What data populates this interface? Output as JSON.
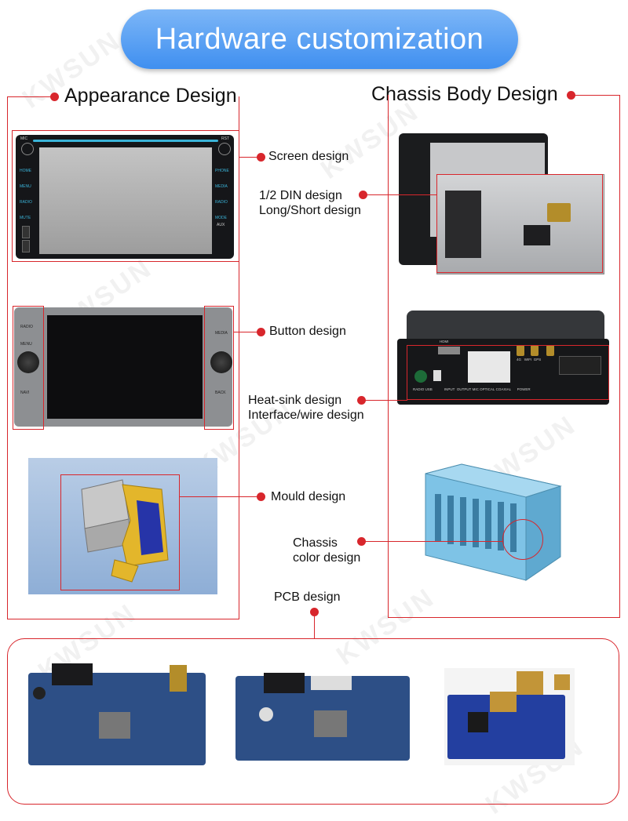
{
  "title": "Hardware customization",
  "sections": {
    "appearance": "Appearance Design",
    "chassis": "Chassis Body Design",
    "pcb": "PCB design"
  },
  "labels": {
    "screen": "Screen design",
    "din_1": "1/2 DIN design",
    "din_2": "Long/Short design",
    "button": "Button design",
    "heatsink_1": "Heat-sink design",
    "heatsink_2": "Interface/wire design",
    "mould": "Mould design",
    "chassis_color_1": "Chassis",
    "chassis_color_2": "color design"
  },
  "watermark": "KWSUN",
  "device1": {
    "left_buttons": [
      "HOME",
      "MENU",
      "RADIO",
      "MUTE"
    ],
    "right_buttons": [
      "PHONE",
      "MEDIA",
      "RADIO",
      "MODE"
    ],
    "top_left": "MIC",
    "top_right": "RST",
    "aux": "AUX"
  },
  "device2": {
    "left_keys": [
      "RADIO",
      "MENU",
      "NAVI"
    ],
    "right_keys": [
      "MEDIA",
      "BACK"
    ]
  },
  "rear_panel": {
    "labels": [
      "HDMI",
      "4G",
      "WIFI",
      "GPS",
      "RADIO",
      "USB",
      "INPUT",
      "OUTPUT",
      "MIC",
      "OPTICAL",
      "COAXIAL",
      "POWER"
    ]
  },
  "colors": {
    "accent": "#d8262c",
    "title_bg": "#4a94f0",
    "chassis_blue": "#7ec3e6",
    "pcb_blue": "#2d4f86",
    "mould_yellow": "#e3b62b"
  }
}
